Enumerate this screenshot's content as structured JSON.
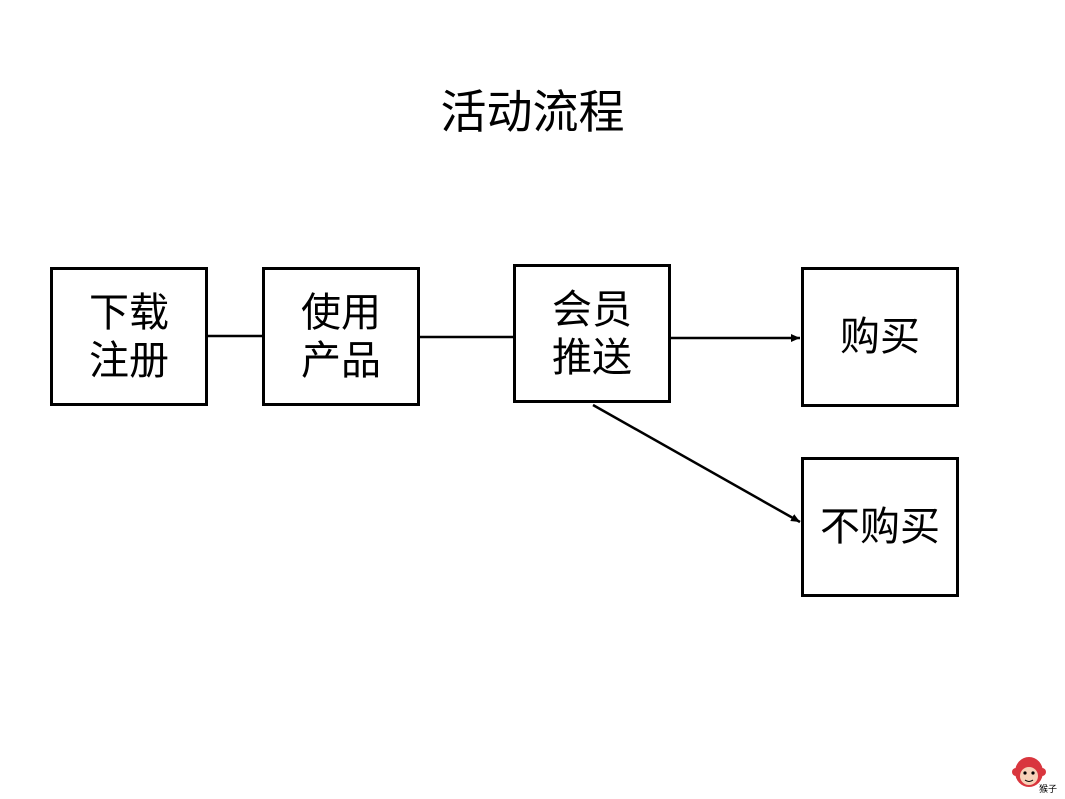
{
  "title": "活动流程",
  "nodes": {
    "download": "下载\n注册",
    "use_product": "使用\n产品",
    "member_push": "会员\n推送",
    "buy": "购买",
    "no_buy": "不购买"
  },
  "logo": {
    "text": "猴子",
    "icon": "monkey-icon",
    "color": "#d9363e"
  }
}
